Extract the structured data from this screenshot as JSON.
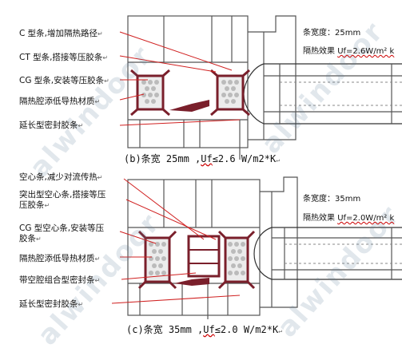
{
  "diagram_b": {
    "labels": [
      "C 型条,增加隔热路径",
      "CT 型条,搭接等压胶条",
      "CG 型条,安装等压胶条",
      "隔热腔添低导热材质",
      "延长型密封胶条"
    ],
    "spec_width": "条宽度：25mm",
    "spec_effect": "隔热效果",
    "spec_uf": "Uf=2.6W/m² k",
    "caption_prefix": "(b)条宽 25mm ,",
    "caption_uf": "Uf",
    "caption_suffix": "≤2.6 W/m2*K"
  },
  "diagram_c": {
    "labels": [
      "空心条,减少对流传热",
      "突出型空心条,搭接等压",
      "压胶条",
      "CG 型空心条,安装等压",
      "胶条",
      "隔热腔添低导热材质",
      "带空腔组合型密封条",
      "延长型密封胶条"
    ],
    "spec_width": "条宽度：35mm",
    "spec_effect": "隔热效果",
    "spec_uf": "Uf=2.0W/m² k",
    "caption_prefix": "(c)条宽 35mm ,",
    "caption_uf": "Uf",
    "caption_suffix": "≤2.0 W/m2*K"
  },
  "arrow_glyph": "↵",
  "watermark": "alwindoor",
  "colors": {
    "profile": "#555555",
    "strip": "#7a1f2b",
    "pointer": "#d02020",
    "foam": "#e8e8e8"
  }
}
